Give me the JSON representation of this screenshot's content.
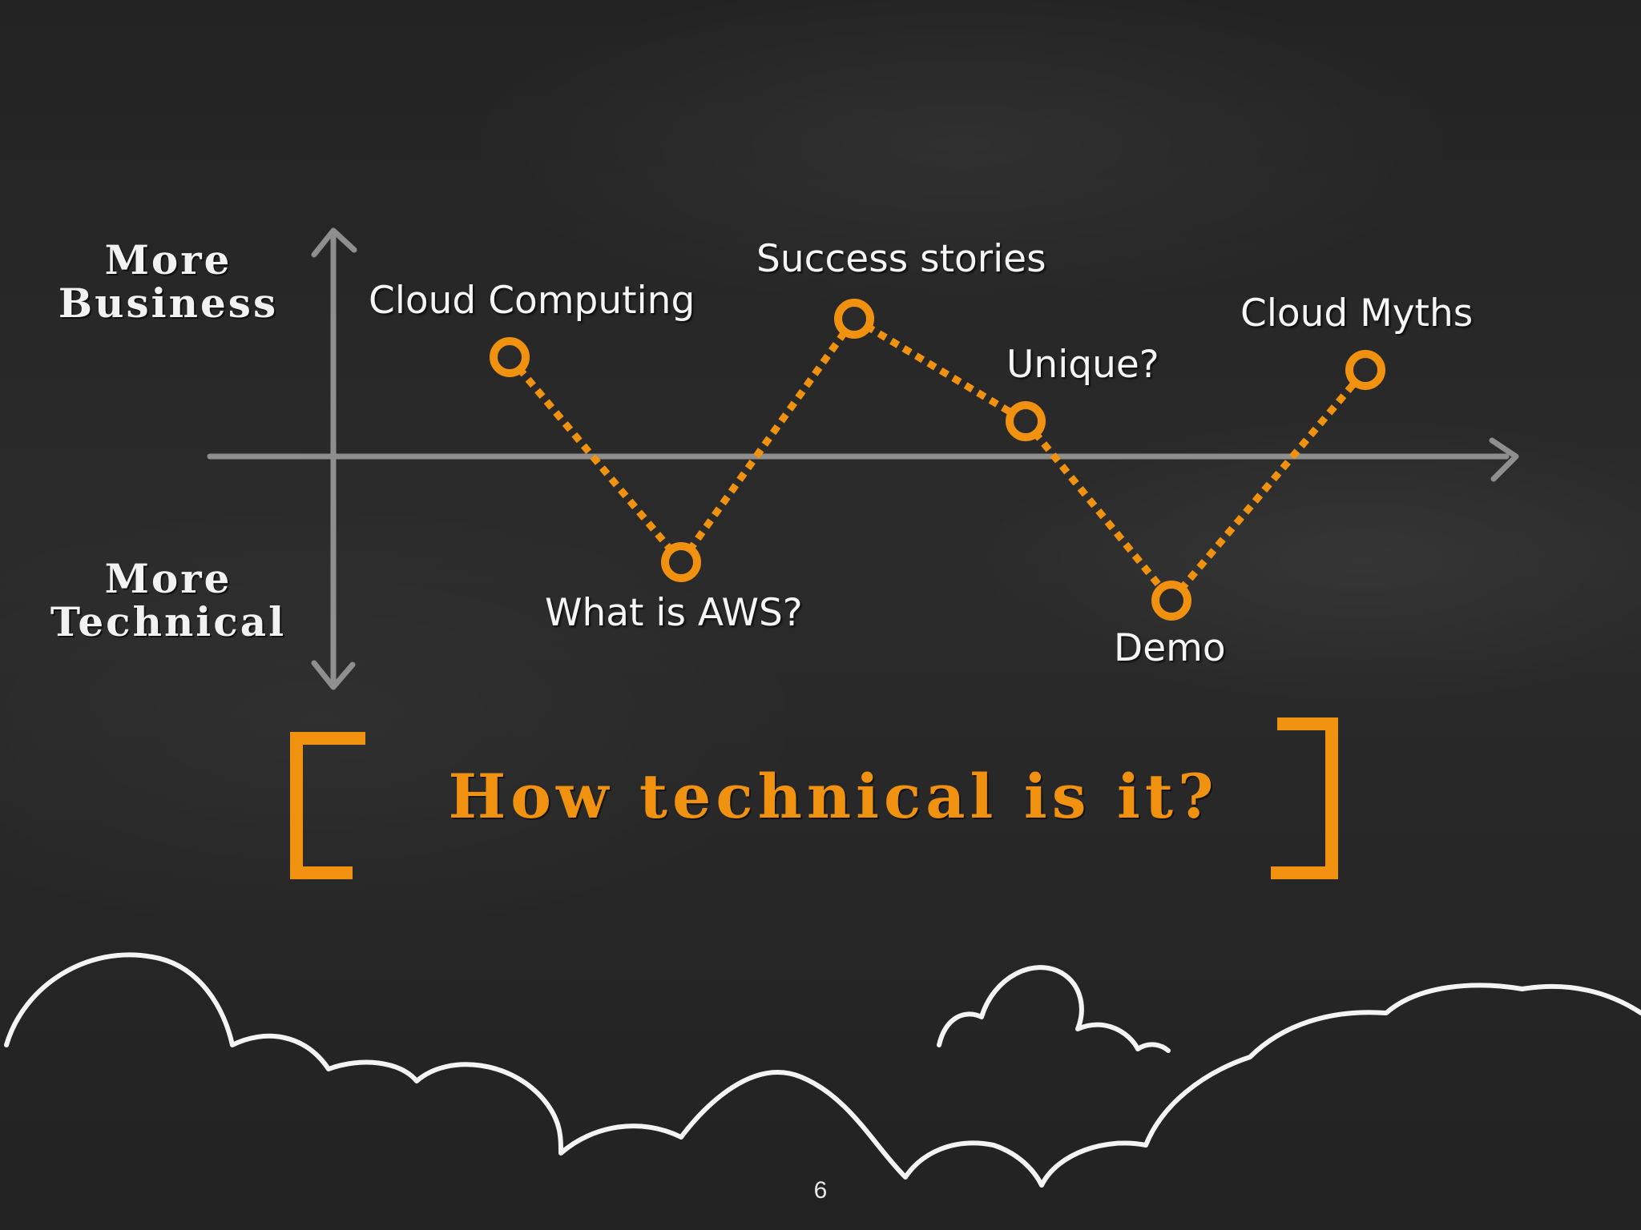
{
  "axis": {
    "top_label": "More Business",
    "bottom_label": "More Technical"
  },
  "nodes": [
    {
      "label": "Cloud Computing",
      "level": "business"
    },
    {
      "label": "What is AWS?",
      "level": "technical"
    },
    {
      "label": "Success stories",
      "level": "business"
    },
    {
      "label": "Unique?",
      "level": "business"
    },
    {
      "label": "Demo",
      "level": "technical"
    },
    {
      "label": "Cloud Myths",
      "level": "business"
    }
  ],
  "title": "How technical is it?",
  "page_number": "6",
  "colors": {
    "background": "#252525",
    "chalk": "#f2f2f2",
    "accent": "#f0920f"
  }
}
